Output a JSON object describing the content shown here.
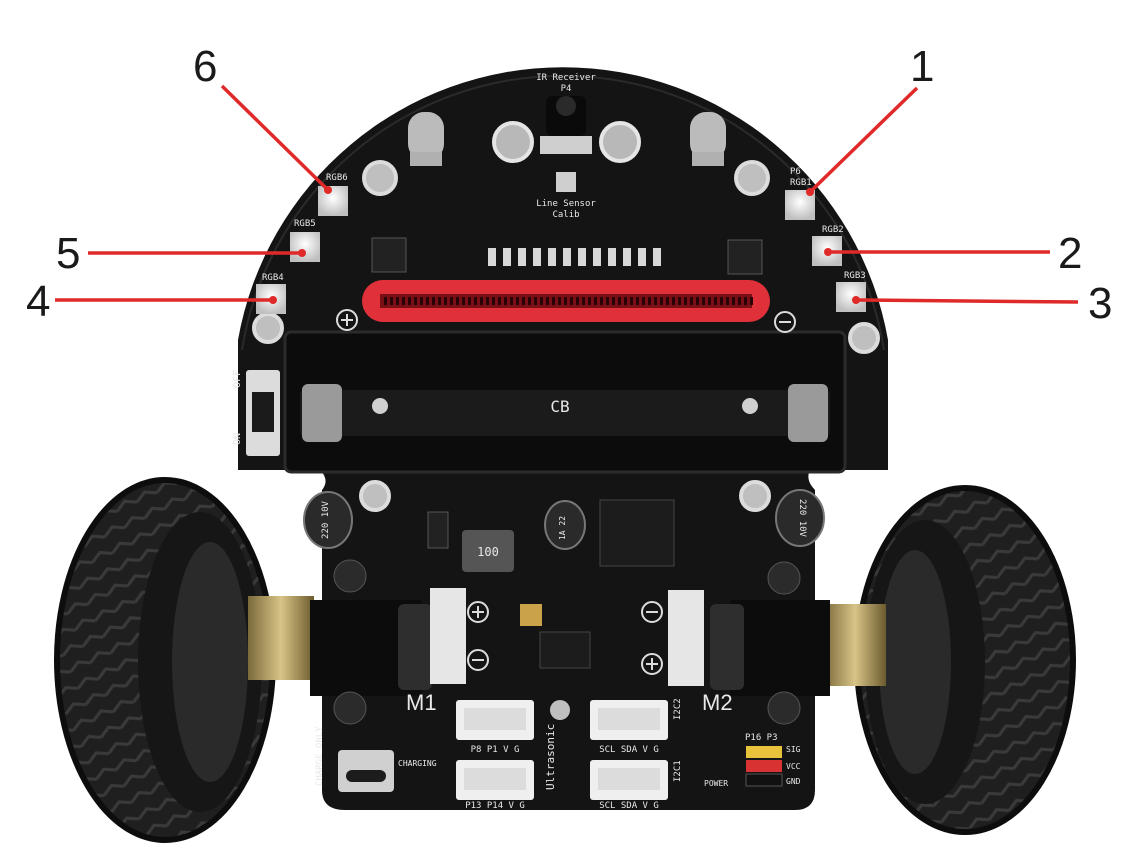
{
  "callouts": [
    {
      "number": "1",
      "target": "RGB1"
    },
    {
      "number": "2",
      "target": "RGB2"
    },
    {
      "number": "3",
      "target": "RGB3"
    },
    {
      "number": "4",
      "target": "RGB4"
    },
    {
      "number": "5",
      "target": "RGB5"
    },
    {
      "number": "6",
      "target": "RGB6"
    }
  ],
  "silkscreen": {
    "ir_receiver": "IR Receiver",
    "p4": "P4",
    "line_sensor": "Line Sensor",
    "calib": "Calib",
    "p6": "P6",
    "rgb1": "RGB1",
    "rgb2": "RGB2",
    "rgb3": "RGB3",
    "rgb4": "RGB4",
    "rgb5": "RGB5",
    "rgb6": "RGB6",
    "on": "ON",
    "off": "OFF",
    "m1": "M1",
    "m2": "M2",
    "charge_only": "CHARGE ONLY",
    "charging": "CHARGING",
    "ultrasonic": "Ultrasonic",
    "power": "POWER",
    "p16_p3": "P16 P3",
    "sig": "SIG",
    "vcc": "VCC",
    "gnd": "GND",
    "p8_p1_v_g": "P8 P1 V G",
    "p13_p14_v_g": "P13 P14 V G",
    "scl_sda_v_g_top": "SCL SDA V G",
    "scl_sda_v_g_bottom": "SCL SDA V G",
    "i2c2": "I2C2",
    "i2c1": "I2C1",
    "cap_left": "220 10V",
    "cap_right": "220 10V",
    "cap_center": "1A 22",
    "inductor": "100"
  },
  "colors": {
    "callout_line": "#e02a2a",
    "pcb": "#141414",
    "edge_connector": "#e0313a",
    "tire": "#1e1e1e"
  }
}
